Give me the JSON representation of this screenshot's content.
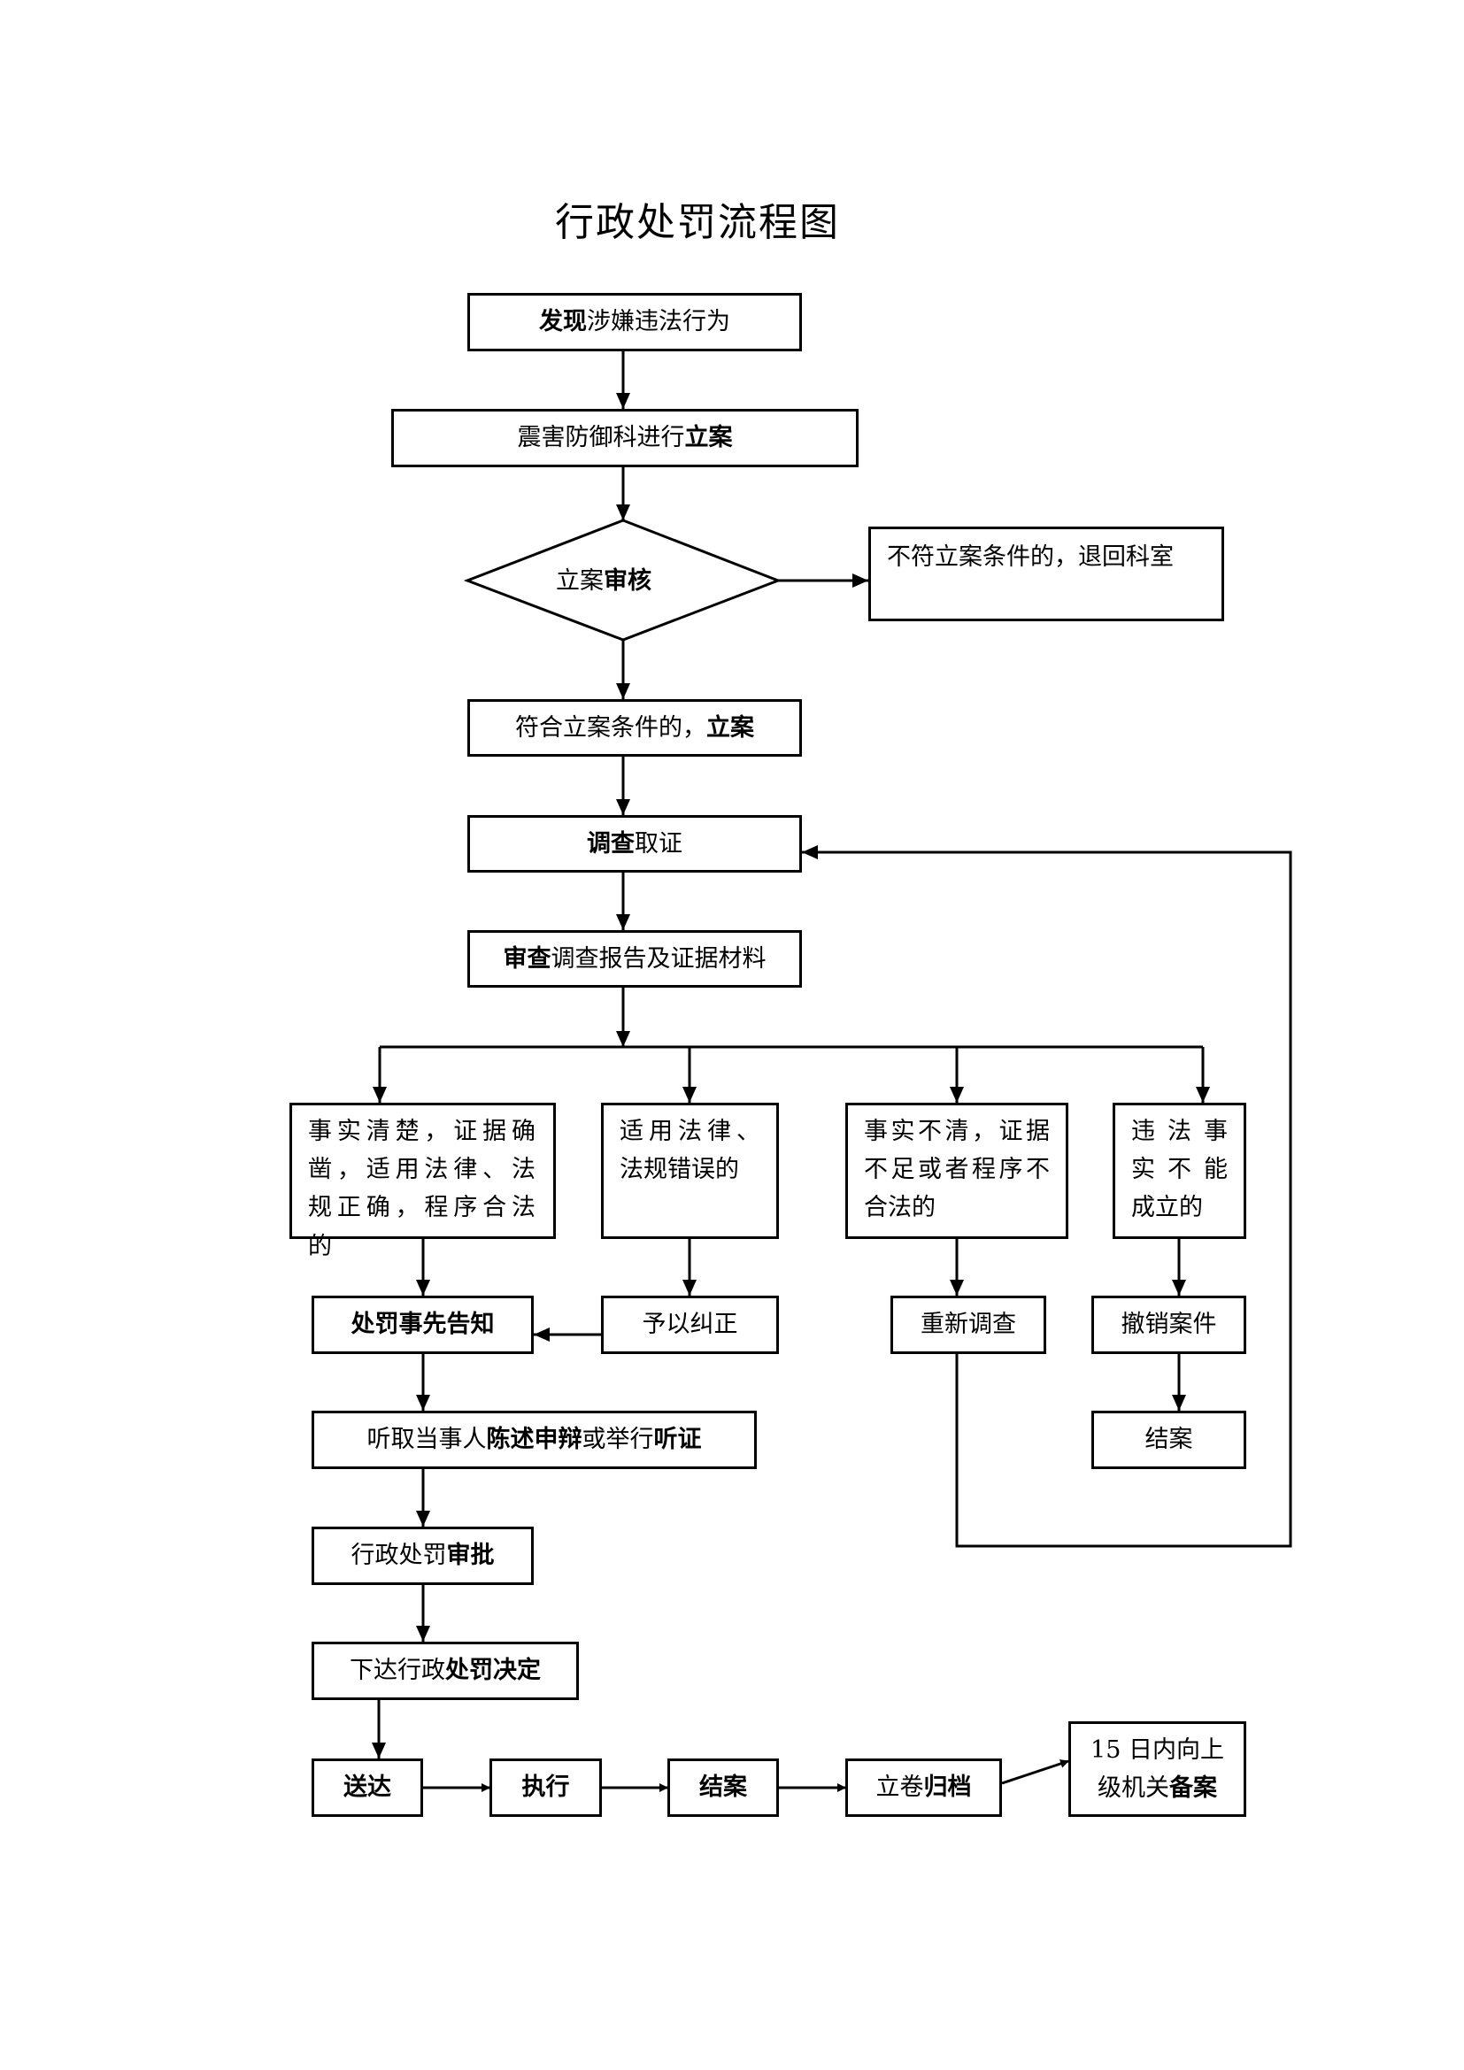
{
  "title": "行政处罚流程图",
  "nodes": {
    "discover": {
      "bold": "发现",
      "rest": "涉嫌违法行为"
    },
    "register": {
      "pre": "震害防御科进行",
      "bold": "立案"
    },
    "review": {
      "pre": "立案",
      "bold": "审核"
    },
    "reject": {
      "text": "不符立案条件的，退回科室"
    },
    "accept": {
      "pre": "符合立案条件的，",
      "bold": "立案"
    },
    "investigate": {
      "bold": "调查",
      "rest": "取证"
    },
    "examine": {
      "bold": "审查",
      "rest": "调查报告及证据材料"
    },
    "branch_a": {
      "text": "事实清楚，证据确凿，适用法律、法规正确，程序合法的"
    },
    "branch_b": {
      "text": "适用法律、法规错误的"
    },
    "branch_c": {
      "text": "事实不清，证据不足或者程序不合法的"
    },
    "branch_d": {
      "text": "违 法 事 实 不 能 成立的"
    },
    "prior_notice": {
      "bold": "处罚事先告知"
    },
    "correct": {
      "text": "予以纠正"
    },
    "reinvestigate": {
      "text": "重新调查"
    },
    "revoke": {
      "text": "撤销案件"
    },
    "close_right": {
      "text": "结案"
    },
    "hearing": {
      "p1": "听取当事人",
      "b1": "陈述申辩",
      "p2": "或举行",
      "b2": "听证"
    },
    "approval": {
      "pre": "行政处罚",
      "bold": "审批"
    },
    "decision": {
      "pre": "下达行政",
      "bold": "处罚决定"
    },
    "deliver": {
      "bold": "送达"
    },
    "execute": {
      "bold": "执行"
    },
    "close": {
      "bold": "结案"
    },
    "archive": {
      "pre": "立卷",
      "bold": "归档"
    },
    "filing": {
      "line1": "15 日内向上",
      "pre2": "级机关",
      "bold2": "备案"
    }
  }
}
